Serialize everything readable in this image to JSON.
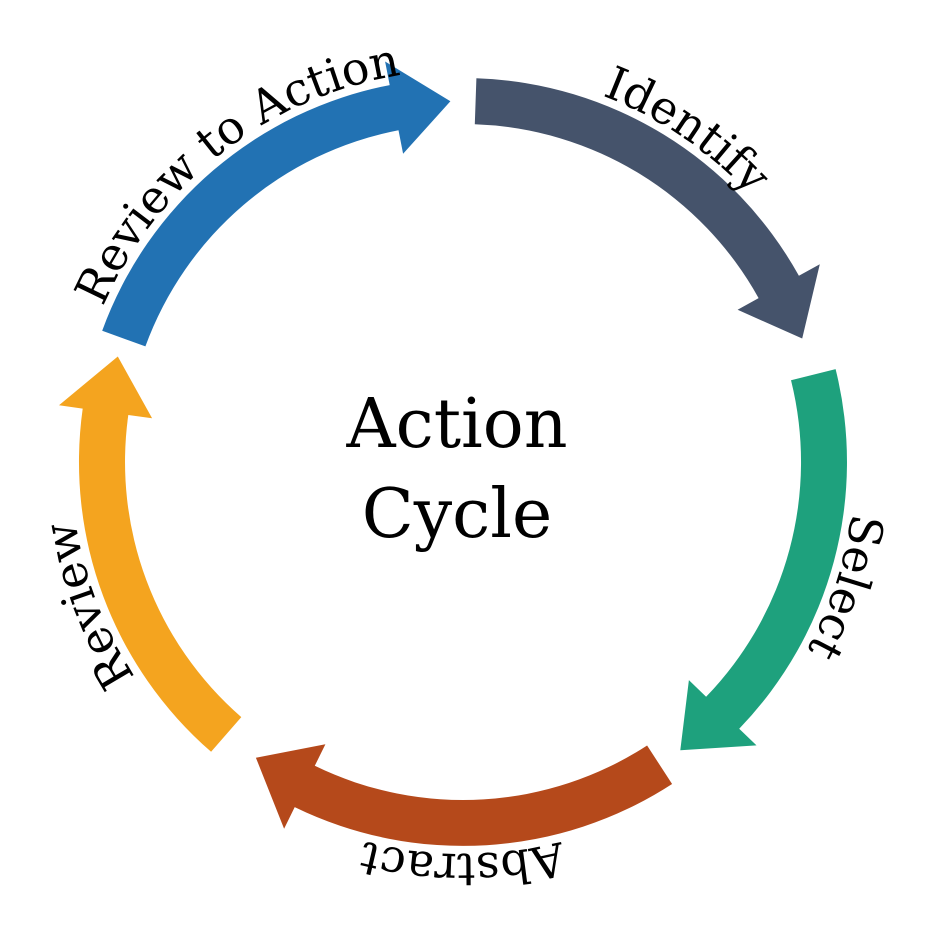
{
  "diagram": {
    "type": "cycle",
    "direction": "clockwise",
    "background": "#ffffff",
    "text_color": "#000000",
    "center_label": {
      "line1": "Action",
      "line2": "Cycle"
    },
    "steps": [
      {
        "label": "Review to Action",
        "color": "#2272B3",
        "start_deg": 290,
        "end_deg": 358,
        "label_deg": 322
      },
      {
        "label": "Identify",
        "color": "#45536B",
        "start_deg": 2,
        "end_deg": 70,
        "label_deg": 34
      },
      {
        "label": "Select",
        "color": "#1EA17D",
        "start_deg": 76,
        "end_deg": 143,
        "label_deg": 108
      },
      {
        "label": "Abstract",
        "color": "#B5491B",
        "start_deg": 147,
        "end_deg": 215,
        "label_deg": 180
      },
      {
        "label": "Review",
        "color": "#F4A41F",
        "start_deg": 221,
        "end_deg": 287,
        "label_deg": 249
      }
    ]
  }
}
